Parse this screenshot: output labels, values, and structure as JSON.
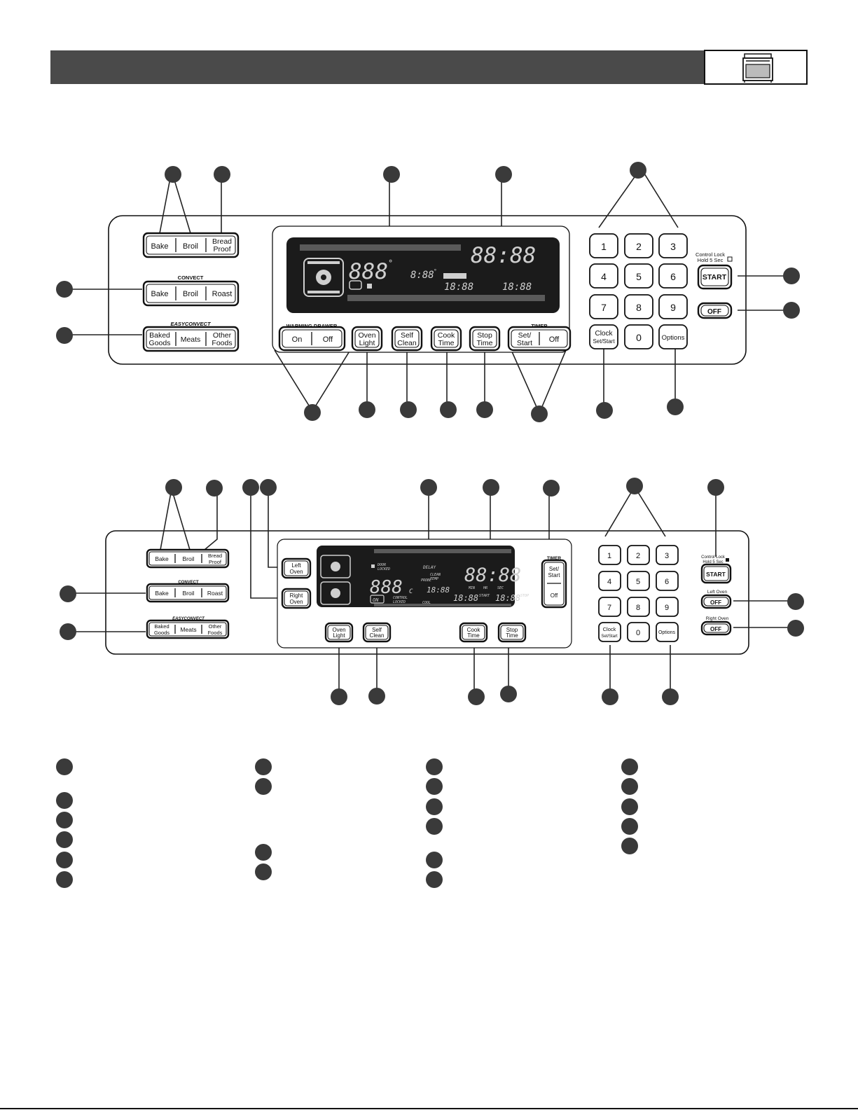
{
  "upper_panel": {
    "bake_group": [
      "Bake",
      "Broil",
      [
        "Bread",
        "Proof"
      ]
    ],
    "convect_label": "CONVECT",
    "convect_group": [
      "Bake",
      "Broil",
      "Roast"
    ],
    "easyconvect_label": "EASYCONVECT",
    "easyconvect_group": [
      [
        "Baked",
        "Goods"
      ],
      "Meats",
      [
        "Other",
        "Foods"
      ]
    ],
    "display": {
      "temp": "888",
      "clock": "88:88",
      "small_temp": "8:88",
      "time_a": "18:88",
      "time_b": "18:88"
    },
    "warming_drawer_label": "WARMING DRAWER",
    "warming_drawer": [
      "On",
      "Off"
    ],
    "oven_light": [
      "Oven",
      "Light"
    ],
    "self_clean": [
      "Self",
      "Clean"
    ],
    "cook_time": [
      "Cook",
      "Time"
    ],
    "stop_time": [
      "Stop",
      "Time"
    ],
    "timer_label": "TIMER",
    "timer": [
      [
        "Set/",
        "Start"
      ],
      "Off"
    ],
    "keypad": [
      "1",
      "2",
      "3",
      "4",
      "5",
      "6",
      "7",
      "8",
      "9"
    ],
    "clock_key": [
      "Clock",
      "Set/Start"
    ],
    "zero_key": "0",
    "options_key": "Options",
    "control_lock": [
      "Control Lock",
      "Hold 5 Sec"
    ],
    "start": "START",
    "off": "OFF"
  },
  "lower_panel": {
    "bake_group": [
      "Bake",
      "Broil",
      [
        "Bread",
        "Proof"
      ]
    ],
    "convect_label": "CONVECT",
    "convect_group": [
      "Bake",
      "Broil",
      "Roast"
    ],
    "easyconvect_label": "EASYCONVECT",
    "easyconvect_group": [
      [
        "Baked",
        "Goods"
      ],
      "Meats",
      [
        "Other",
        "Foods"
      ]
    ],
    "left_oven": [
      "Left",
      "Oven"
    ],
    "right_oven": [
      "Right",
      "Oven"
    ],
    "display": {
      "temp": "888",
      "unit": "C",
      "clock": "88:88",
      "small_time": "18:88",
      "time_a": "18:88",
      "time_b": "18:88",
      "on": "ON",
      "door_locked": [
        "DOOR",
        "LOCKED"
      ],
      "delay": "DELAY",
      "control_locked": [
        "CONTROL",
        "LOCKED"
      ],
      "clean_temp": [
        "CLEAN",
        "TEMP"
      ],
      "probe": "PROBE",
      "cool": "COOL",
      "min": "MIN",
      "hr": "HR",
      "sec": "SEC",
      "start": "START",
      "stop": "STOP"
    },
    "oven_light": [
      "Oven",
      "Light"
    ],
    "self_clean": [
      "Self",
      "Clean"
    ],
    "cook_time": [
      "Cook",
      "Time"
    ],
    "stop_time": [
      "Stop",
      "Time"
    ],
    "timer_label": "TIMER",
    "timer": [
      [
        "Set/",
        "Start"
      ],
      "Off"
    ],
    "keypad": [
      "1",
      "2",
      "3",
      "4",
      "5",
      "6",
      "7",
      "8",
      "9"
    ],
    "clock_key": [
      "Clock",
      "Set/Start"
    ],
    "zero_key": "0",
    "options_key": "Options",
    "control_lock": [
      "Control Lock",
      "Hold 5 Sec"
    ],
    "start": "START",
    "left_oven_off_label": "Left Oven",
    "right_oven_off_label": "Right Oven",
    "off": "OFF"
  },
  "colors": {
    "header_bar": "#4a4a4a",
    "callout": "#3a3a3a",
    "lcd": "#1b1b1b"
  }
}
